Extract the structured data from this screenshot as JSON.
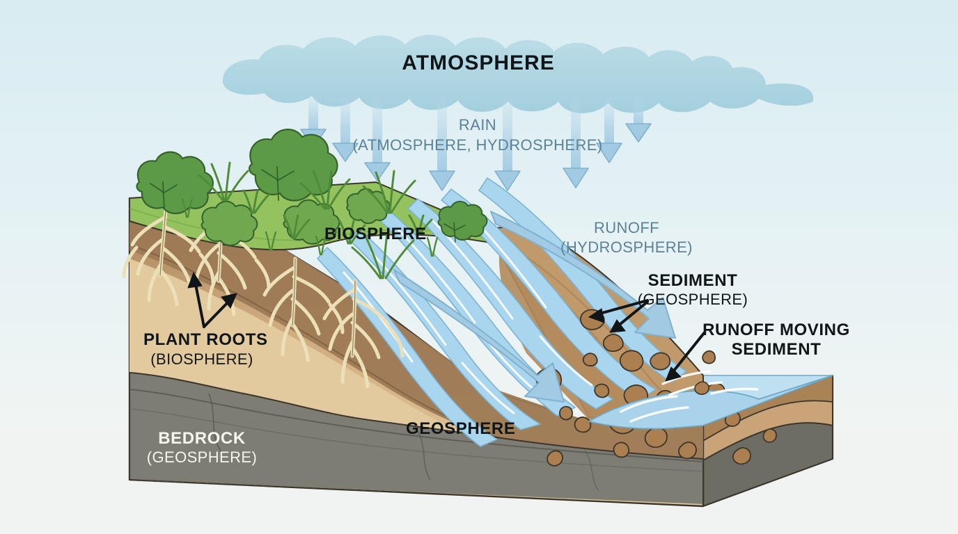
{
  "diagram": {
    "title": "ATMOSPHERE",
    "background_color": "#eaf1f2",
    "sky_top_color": "#dceef3",
    "sky_bottom_color": "#f1f5f4",
    "cloud_color": "#a9d3e0"
  },
  "labels": {
    "atmosphere": {
      "text": "ATMOSPHERE",
      "color": "#101518"
    },
    "rain_line1": {
      "text": "RAIN",
      "color": "#4d7c90"
    },
    "rain_line2": {
      "text": "(ATMOSPHERE, HYDROSPHERE)",
      "color": "#4d7c90"
    },
    "biosphere": {
      "text": "BIOSPHERE",
      "color": "#101518"
    },
    "runoff_line1": {
      "text": "RUNOFF",
      "color": "#5b8ca0"
    },
    "runoff_line2": {
      "text": "(HYDROSPHERE)",
      "color": "#5b8ca0"
    },
    "sediment_line1": {
      "text": "SEDIMENT",
      "color": "#101518"
    },
    "sediment_line2": {
      "text": "(GEOSPHERE)",
      "color": "#101518"
    },
    "runoff_moving_line1": {
      "text": "RUNOFF MOVING",
      "color": "#101518"
    },
    "runoff_moving_line2": {
      "text": "SEDIMENT",
      "color": "#101518"
    },
    "plant_roots_line1": {
      "text": "PLANT ROOTS",
      "color": "#101518"
    },
    "plant_roots_line2": {
      "text": "(BIOSPHERE)",
      "color": "#101518"
    },
    "geosphere": {
      "text": "GEOSPHERE",
      "color": "#101518"
    },
    "bedrock_line1": {
      "text": "BEDROCK",
      "color": "#f7f5ee"
    },
    "bedrock_line2": {
      "text": "(GEOSPHERE)",
      "color": "#f7f5ee"
    }
  },
  "palette": {
    "grass": "#93c25e",
    "grass_dark": "#6fa845",
    "bush": "#5d9a46",
    "bush_dark": "#47803a",
    "topsoil": "#9d7a55",
    "subsoil": "#e2c79c",
    "subsoil_mid": "#cfa87a",
    "bedrock": "#7e7d73",
    "bedrock_dark": "#615f58",
    "water": "#a4cfe8",
    "water_light": "#c4e2f2",
    "rock": "#ab7f4f",
    "arrow_blue": "#a2cbe3",
    "arrow_blue_stroke": "#7fb1d0",
    "outline": "#3b352c",
    "root": "#ece0b8"
  },
  "elements": {
    "rain_arrow_count": 8,
    "runoff_stream_count": 6,
    "sediment_rock_count": 22,
    "bush_count": 6,
    "grass_tuft_count": 12,
    "root_system_count": 4,
    "big_blue_arrow_count": 2,
    "pointer_arrow_count": 4
  }
}
